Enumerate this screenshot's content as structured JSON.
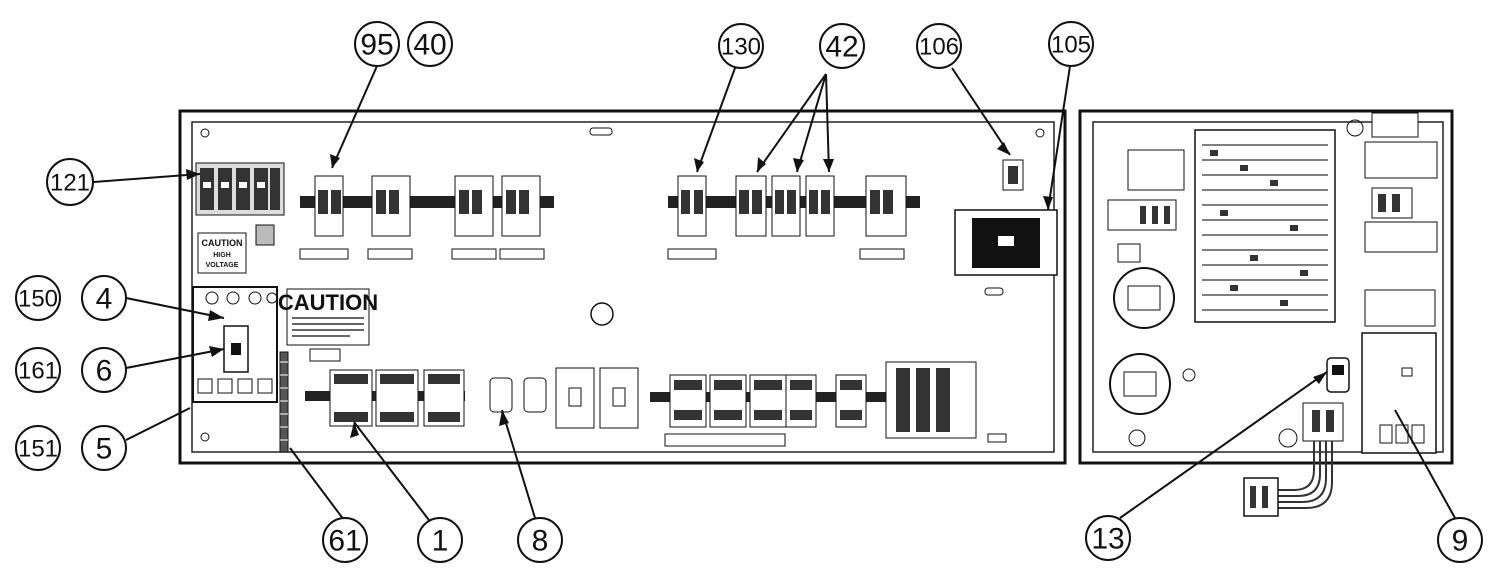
{
  "callouts": [
    {
      "id": "c95",
      "label": "95"
    },
    {
      "id": "c40",
      "label": "40"
    },
    {
      "id": "c130",
      "label": "130"
    },
    {
      "id": "c42",
      "label": "42"
    },
    {
      "id": "c106",
      "label": "106"
    },
    {
      "id": "c105",
      "label": "105"
    },
    {
      "id": "c121",
      "label": "121"
    },
    {
      "id": "c150",
      "label": "150"
    },
    {
      "id": "c4",
      "label": "4"
    },
    {
      "id": "c161",
      "label": "161"
    },
    {
      "id": "c6",
      "label": "6"
    },
    {
      "id": "c151",
      "label": "151"
    },
    {
      "id": "c5",
      "label": "5"
    },
    {
      "id": "c61",
      "label": "61"
    },
    {
      "id": "c1",
      "label": "1"
    },
    {
      "id": "c8",
      "label": "8"
    },
    {
      "id": "c13",
      "label": "13"
    },
    {
      "id": "c9",
      "label": "9"
    }
  ],
  "panel_labels": {
    "caution_main": "CAUTION",
    "caution_small": "CAUTION",
    "caution_small_line1": "HIGH",
    "caution_small_line2": "VOLTAGE"
  }
}
